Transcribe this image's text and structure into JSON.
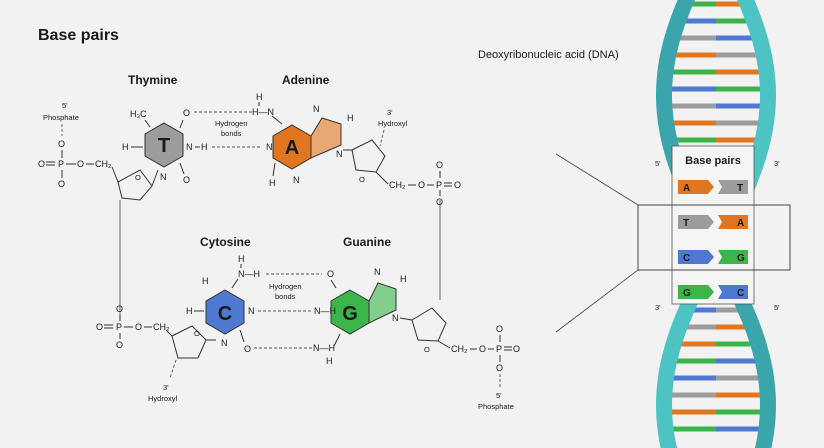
{
  "title": "Base pairs",
  "dna_label": "Deoxyribonucleic acid (DNA)",
  "inset_title": "Base pairs",
  "bases": {
    "thymine": {
      "name": "Thymine",
      "letter": "T",
      "color": "#9c9c9c"
    },
    "adenine": {
      "name": "Adenine",
      "letter": "A",
      "color": "#e0761f"
    },
    "cytosine": {
      "name": "Cytosine",
      "letter": "C",
      "color": "#4f78d0"
    },
    "guanine": {
      "name": "Guanine",
      "letter": "G",
      "color": "#3bb54a"
    }
  },
  "hbond_label": [
    "Hydrogen",
    "bonds"
  ],
  "atoms": {
    "H": "H",
    "N": "N",
    "O": "O",
    "P": "P",
    "CH2": "CH₂",
    "H3C": "H₃C",
    "NH": "N—H",
    "HN": "H—N"
  },
  "end_labels": {
    "five": "5'",
    "three": "3'",
    "phosphate": "Phosphate",
    "hydroxyl": "Hydroxyl"
  },
  "inset_pairs": [
    {
      "left": "A",
      "right": "T",
      "left_color": "#e0761f",
      "right_color": "#9c9c9c"
    },
    {
      "left": "T",
      "right": "A",
      "left_color": "#9c9c9c",
      "right_color": "#e0761f"
    },
    {
      "left": "C",
      "right": "G",
      "left_color": "#4f78d0",
      "right_color": "#3bb54a"
    },
    {
      "left": "G",
      "right": "C",
      "left_color": "#3bb54a",
      "right_color": "#4f78d0"
    }
  ],
  "colors": {
    "helix": "#4ec3c4",
    "helix_dark": "#3aa5ab",
    "background": "#f2f2f2"
  },
  "rung_colors": [
    "#e0761f",
    "#3bb54a",
    "#4f78d0",
    "#9c9c9c"
  ]
}
